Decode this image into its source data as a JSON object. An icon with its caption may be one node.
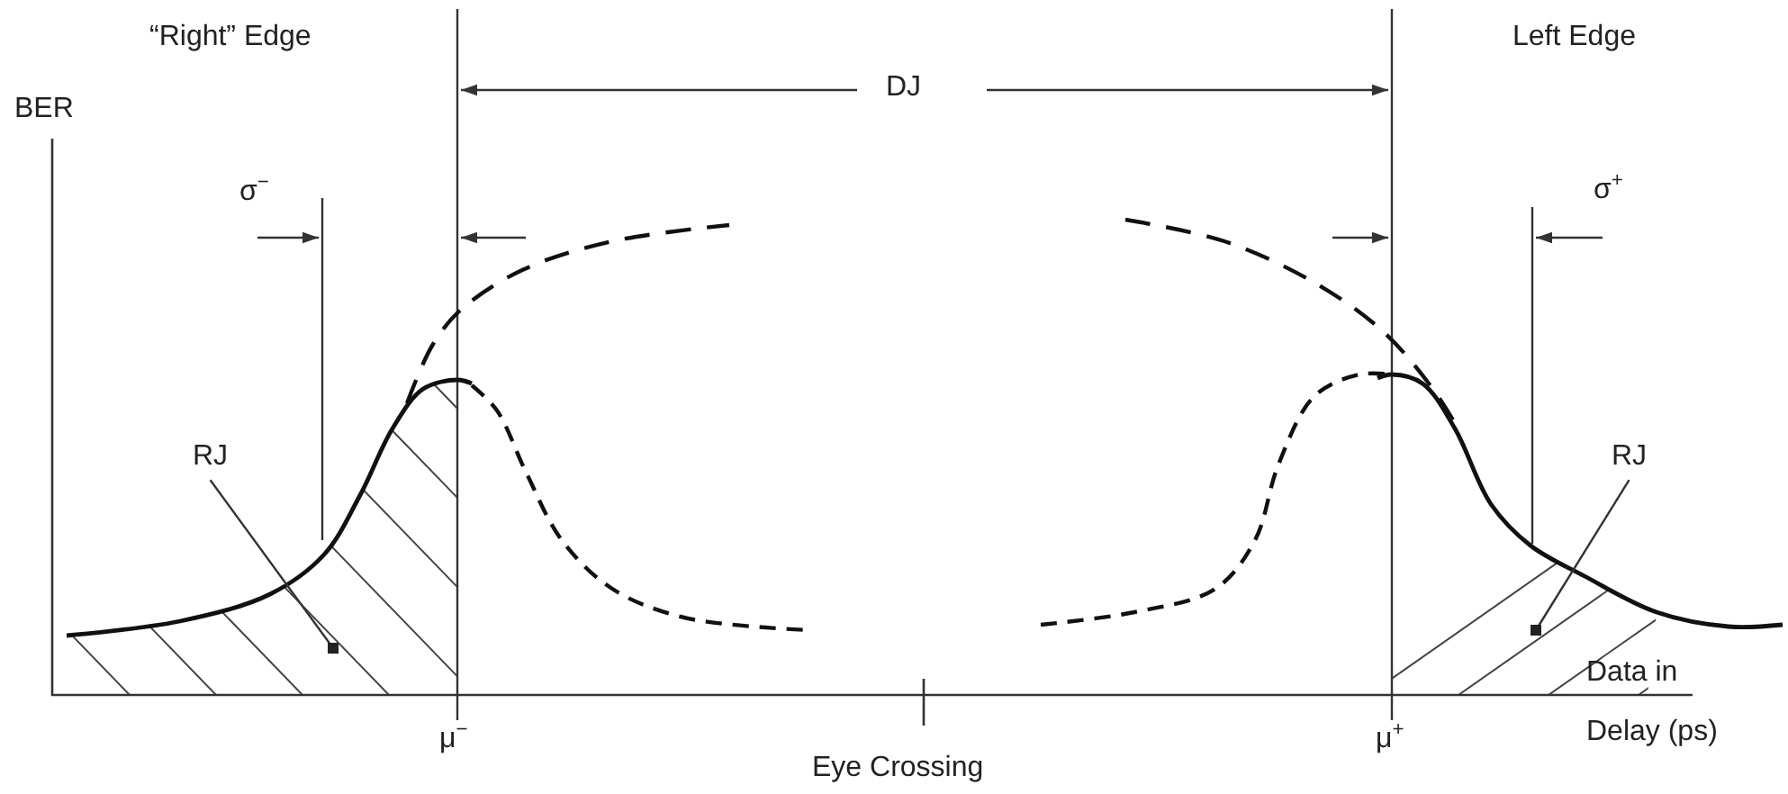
{
  "diagram": {
    "nodes": [
      {
        "text": [
          "RJ"
        ]
      },
      {
        "text": [
          "RJ"
        ]
      }
    ],
    "edges": [
      {
        "from": 0,
        "to": null,
        "arrow": "other"
      },
      {
        "from": 1,
        "to": null,
        "arrow": "other"
      }
    ],
    "labels": [
      "“Right” Edge",
      "Left Edge",
      "BER",
      "DJ",
      "σ$^{−}$",
      "σ$^{+}$",
      "μ$^{−}$",
      "Eye Crossing",
      "μ$^{+}$",
      "Data in Delay (ps)"
    ]
  }
}
